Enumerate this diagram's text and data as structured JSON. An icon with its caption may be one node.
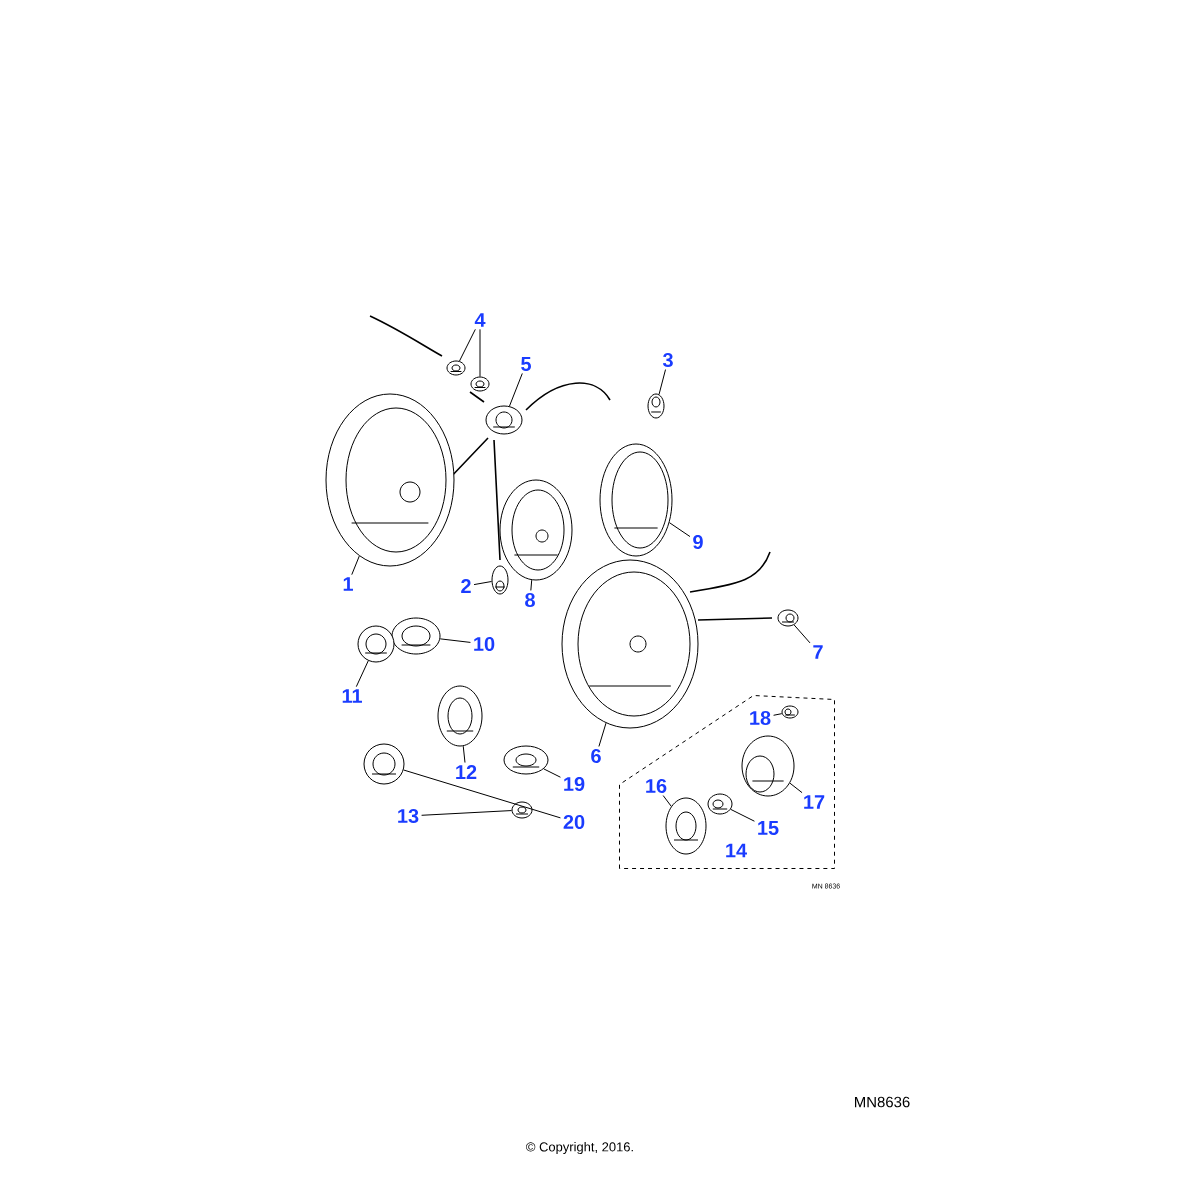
{
  "diagram": {
    "nodes": [
      {
        "text": [
          "4"
        ]
      },
      {
        "text": [],
        "shape": "picture"
      },
      {
        "text": [],
        "shape": "picture"
      },
      {
        "text": [
          "5"
        ]
      },
      {
        "text": [],
        "shape": "picture"
      },
      {
        "text": [
          "3"
        ]
      },
      {
        "text": [],
        "shape": "picture"
      },
      {
        "text": [
          "9"
        ]
      },
      {
        "text": [],
        "shape": "picture"
      },
      {
        "text": [
          "1"
        ]
      },
      {
        "text": [],
        "shape": "picture"
      },
      {
        "text": [
          "2"
        ]
      },
      {
        "text": [],
        "shape": "picture"
      },
      {
        "text": [
          "8"
        ]
      },
      {
        "text": [],
        "shape": "picture"
      },
      {
        "text": [
          "7"
        ]
      },
      {
        "text": [],
        "shape": "picture"
      },
      {
        "text": [
          "10"
        ]
      },
      {
        "text": [],
        "shape": "picture"
      },
      {
        "text": [
          "11"
        ]
      },
      {
        "text": [],
        "shape": "picture"
      },
      {
        "text": [
          "6"
        ]
      },
      {
        "text": [],
        "shape": "picture"
      },
      {
        "text": [
          "12"
        ]
      },
      {
        "text": [],
        "shape": "picture"
      },
      {
        "text": [
          "19"
        ]
      },
      {
        "text": [],
        "shape": "picture"
      },
      {
        "text": [
          "13"
        ]
      },
      {
        "text": [],
        "shape": "picture"
      },
      {
        "text": [
          "20"
        ]
      },
      {
        "text": [],
        "shape": "picture"
      },
      {
        "text": [
          "14"
        ]
      },
      {
        "text": [
          "18"
        ],
        "in": 31
      },
      {
        "text": [],
        "shape": "picture",
        "in": 31
      },
      {
        "text": [
          "16"
        ],
        "in": 31
      },
      {
        "text": [],
        "shape": "picture",
        "in": 31
      },
      {
        "text": [
          "17"
        ],
        "in": 31
      },
      {
        "text": [],
        "shape": "picture",
        "in": 31
      },
      {
        "text": [
          "15"
        ],
        "in": 31
      },
      {
        "text": [],
        "shape": "picture",
        "in": 31
      }
    ],
    "edges": [
      {
        "from": 0,
        "to": 1,
        "arrow": "none"
      },
      {
        "from": 0,
        "to": 2,
        "arrow": "none"
      },
      {
        "from": 3,
        "to": 4,
        "arrow": "none"
      },
      {
        "from": 5,
        "to": 6,
        "arrow": "none"
      },
      {
        "from": 7,
        "to": 8,
        "arrow": "none"
      },
      {
        "from": 9,
        "to": 10,
        "arrow": "none"
      },
      {
        "from": 11,
        "to": 12,
        "arrow": "none"
      },
      {
        "from": 13,
        "to": 14,
        "arrow": "none"
      },
      {
        "from": 15,
        "to": 16,
        "arrow": "none"
      },
      {
        "from": 17,
        "to": 18,
        "arrow": "none"
      },
      {
        "from": 19,
        "to": 20,
        "arrow": "none"
      },
      {
        "from": 21,
        "to": 22,
        "arrow": "none"
      },
      {
        "from": 23,
        "to": 24,
        "arrow": "none"
      },
      {
        "from": 25,
        "to": 26,
        "arrow": "none"
      },
      {
        "from": 27,
        "to": 28,
        "arrow": "none"
      },
      {
        "from": 29,
        "to": 30,
        "arrow": "none"
      },
      {
        "from": 32,
        "to": 33,
        "arrow": "none"
      },
      {
        "from": 34,
        "to": 35,
        "arrow": "none"
      },
      {
        "from": 36,
        "to": 37,
        "arrow": "none"
      },
      {
        "from": 38,
        "to": 39,
        "arrow": "none"
      }
    ],
    "labels": [
      "MN 8636",
      "MN8636",
      "© Copyright, 2016."
    ]
  }
}
